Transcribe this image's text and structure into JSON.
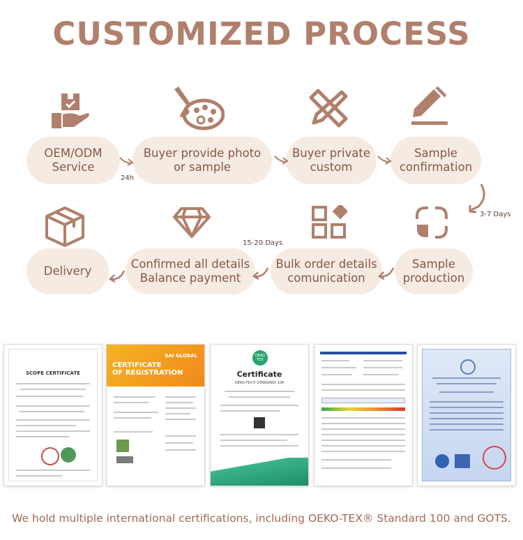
{
  "title": "CUSTOMIZED PROCESS",
  "colors": {
    "accent": "#b0806c",
    "pill_bg": "#f6ebe2",
    "pill_text": "#86574a"
  },
  "steps": [
    {
      "label": "OEM/ODM\nService",
      "icon": "worker-box-icon"
    },
    {
      "label": "Buyer provide photo\nor sample",
      "icon": "palette-brush-icon"
    },
    {
      "label": "Buyer private\ncustom",
      "icon": "pencil-ruler-icon"
    },
    {
      "label": "Sample\nconfirmation",
      "icon": "pen-sign-icon"
    },
    {
      "label": "Sample\nproduction",
      "icon": "corner-shapes-icon"
    },
    {
      "label": "Bulk order details\ncomunication",
      "icon": "grid-shapes-icon"
    },
    {
      "label": "Confirmed all details\nBalance payment",
      "icon": "diamond-icon"
    },
    {
      "label": "Delivery",
      "icon": "package-box-icon"
    }
  ],
  "durations": {
    "d1": "24h",
    "d2": "3-7 Days",
    "d3": "15-20 Days"
  },
  "certificates": [
    {
      "heading": "SCOPE CERTIFICATE"
    },
    {
      "heading": "CERTIFICATE\nOF REGISTRATION",
      "brand": "SAI GLOBAL"
    },
    {
      "heading": "Certificate",
      "subheading": "OEKO-TEX® STANDARD 100",
      "badge": "OEKO TEX"
    },
    {
      "heading": ""
    },
    {
      "heading": ""
    }
  ],
  "footer": "We hold multiple international certifications, including OEKO-TEX® Standard 100 and GOTS."
}
